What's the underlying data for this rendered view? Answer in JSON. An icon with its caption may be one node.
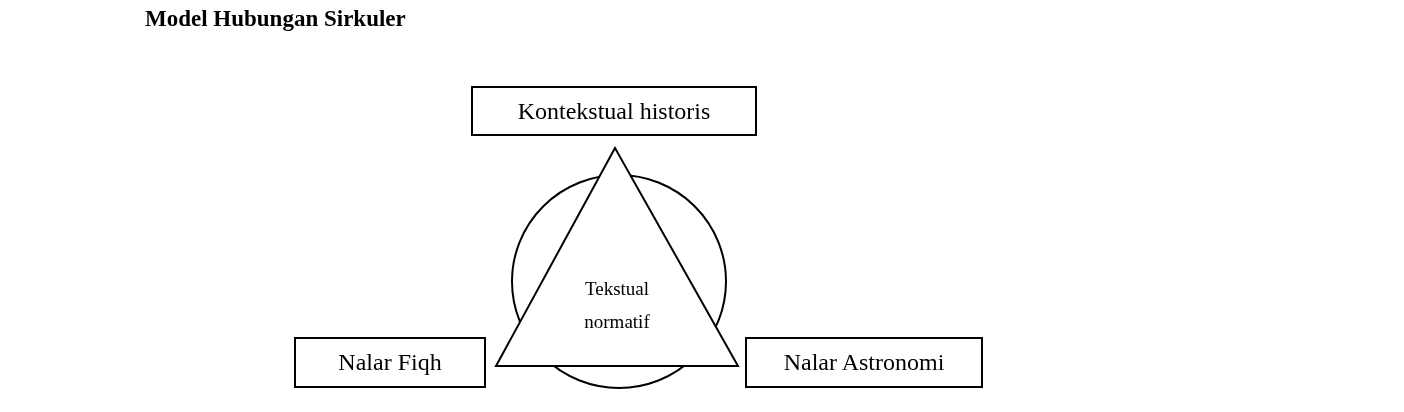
{
  "diagram": {
    "title": "Model Hubungan Sirkuler",
    "nodes": [
      {
        "text": [
          "Kontekstual historis"
        ]
      },
      {
        "text": [
          "Tekstual normatif"
        ]
      },
      {
        "text": [
          "Nalar Fiqh"
        ]
      },
      {
        "text": [
          "Nalar Astronomi"
        ]
      }
    ],
    "edges": []
  }
}
